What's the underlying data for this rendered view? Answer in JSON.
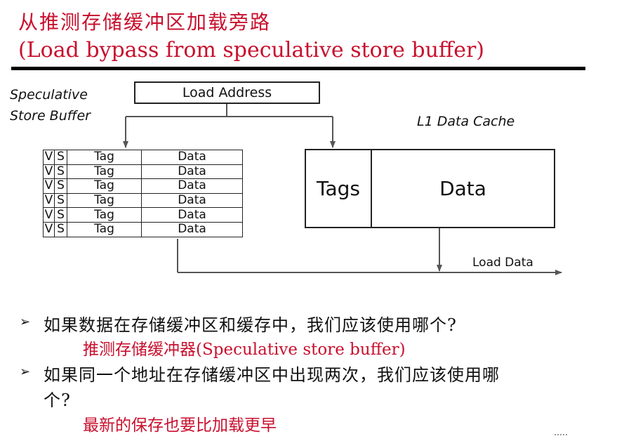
{
  "title": {
    "line1": "从推测存储缓冲区加载旁路",
    "line2": "(Load bypass from speculative store buffer)"
  },
  "diagram": {
    "load_address": "Load Address",
    "speculative_store_buffer": [
      "Speculative",
      "Store Buffer"
    ],
    "l1_data_cache": "L1 Data Cache",
    "buffer_rows": [
      {
        "v": "V",
        "s": "S",
        "tag": "Tag",
        "data": "Data"
      },
      {
        "v": "V",
        "s": "S",
        "tag": "Tag",
        "data": "Data"
      },
      {
        "v": "V",
        "s": "S",
        "tag": "Tag",
        "data": "Data"
      },
      {
        "v": "V",
        "s": "S",
        "tag": "Tag",
        "data": "Data"
      },
      {
        "v": "V",
        "s": "S",
        "tag": "Tag",
        "data": "Data"
      },
      {
        "v": "V",
        "s": "S",
        "tag": "Tag",
        "data": "Data"
      }
    ],
    "cache_tags": "Tags",
    "cache_data": "Data",
    "load_data": "Load Data"
  },
  "bullets": [
    {
      "marker": "➢",
      "question": "如果数据在存储缓冲区和缓存中，我们应该使用哪个?",
      "answer": "推测存储缓冲器(Speculative store buffer)"
    },
    {
      "marker": "➢",
      "question_line1": "如果同一个地址在存储缓冲区中出现两次，我们应该使用哪",
      "question_line2": "个?",
      "answer": "最新的保存也要比加载更早"
    }
  ]
}
